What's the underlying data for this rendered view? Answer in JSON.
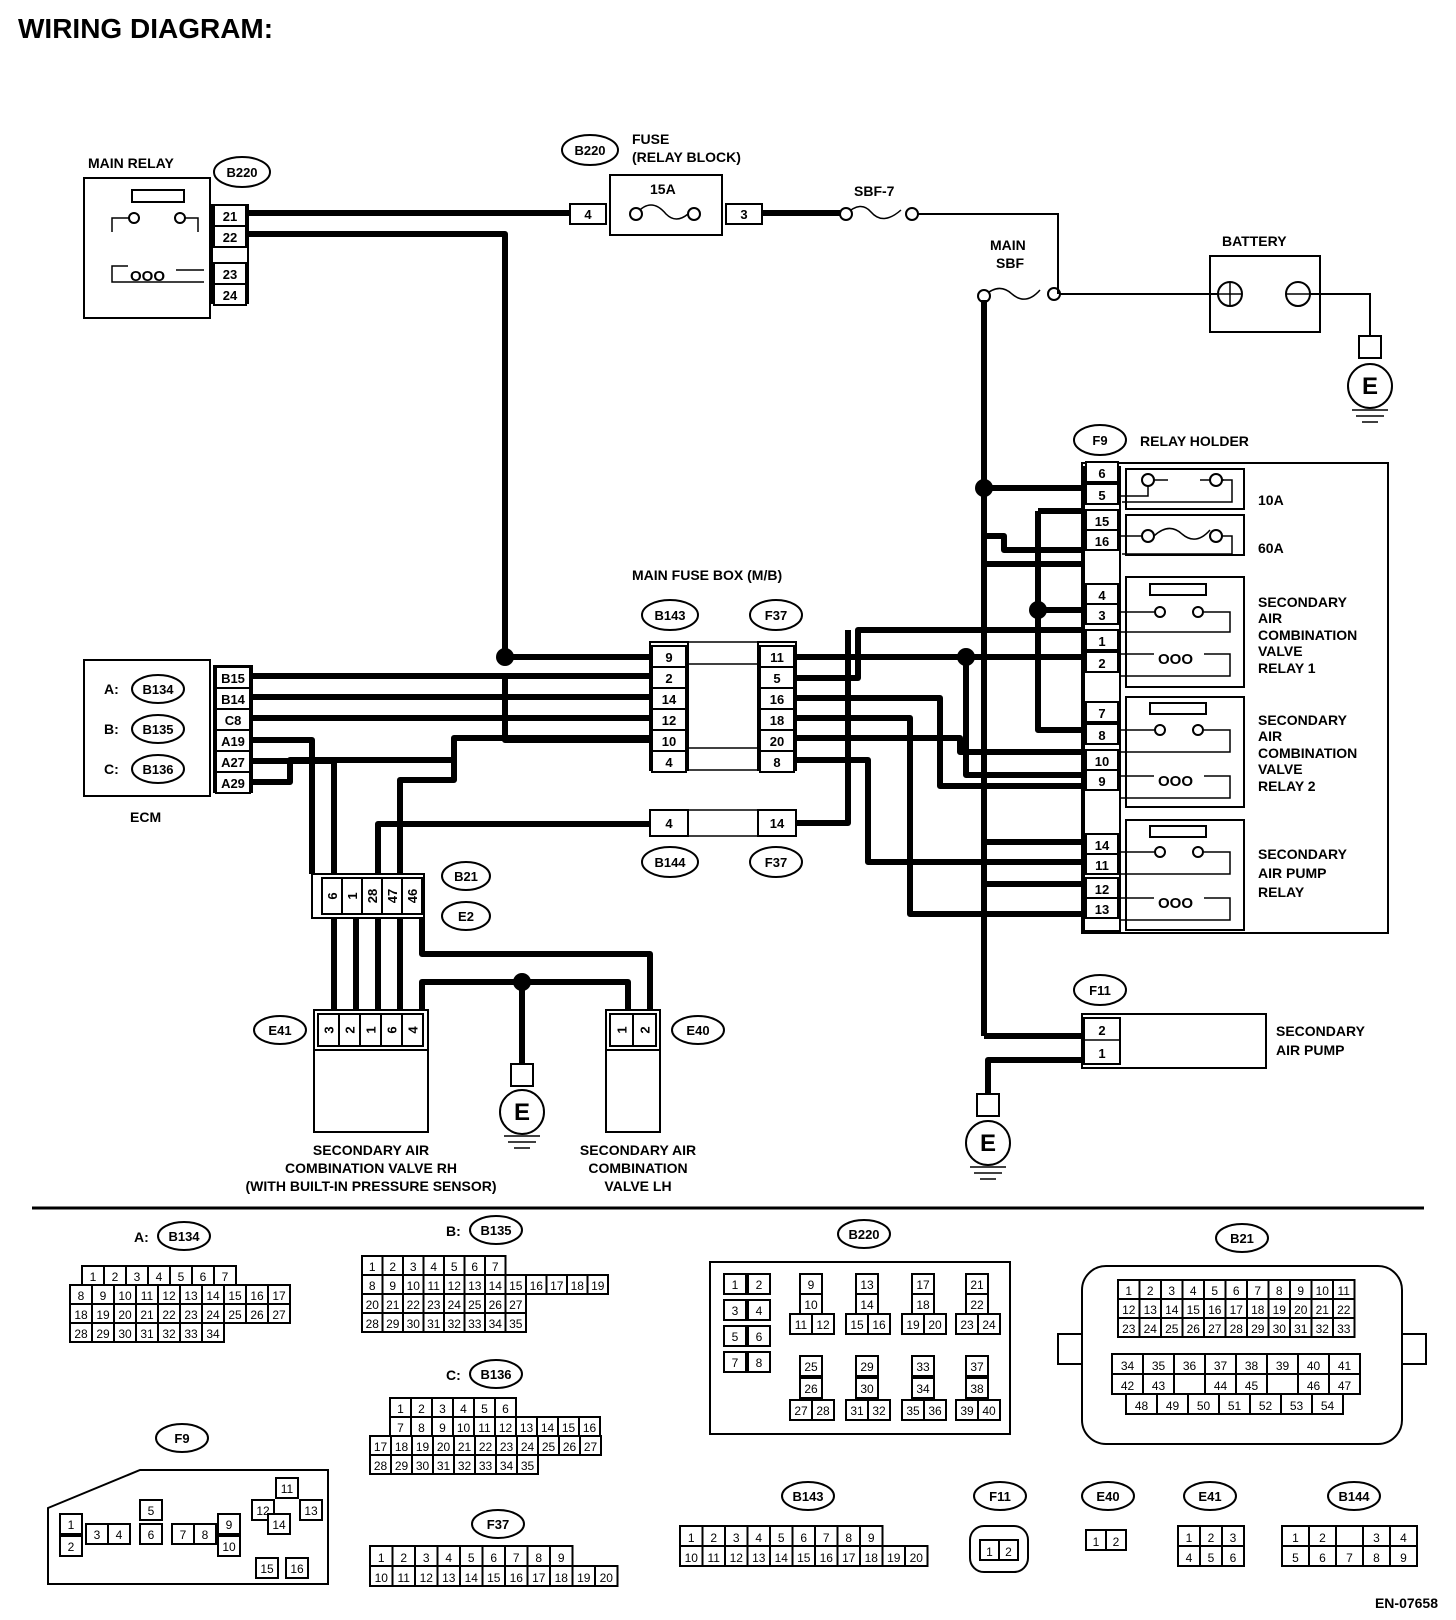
{
  "title": "WIRING DIAGRAM:",
  "doc_code": "EN-07658",
  "components": {
    "main_relay": "MAIN RELAY",
    "fuse_title_1": "FUSE",
    "fuse_title_2": "(RELAY BLOCK)",
    "fuse_rating": "15A",
    "sbf7": "SBF-7",
    "main_sbf_1": "MAIN",
    "main_sbf_2": "SBF",
    "battery": "BATTERY",
    "relay_holder": "RELAY HOLDER",
    "fuse_10a": "10A",
    "fuse_60a": "60A",
    "relay1": [
      "SECONDARY",
      "AIR",
      "COMBINATION",
      "VALVE",
      "RELAY 1"
    ],
    "relay2": [
      "SECONDARY",
      "AIR",
      "COMBINATION",
      "VALVE",
      "RELAY 2"
    ],
    "pump_relay": [
      "SECONDARY",
      "AIR PUMP",
      "RELAY"
    ],
    "main_fuse_box": "MAIN FUSE BOX (M/B)",
    "ecm": "ECM",
    "valve_rh": [
      "SECONDARY AIR",
      "COMBINATION VALVE RH",
      "(WITH BUILT-IN PRESSURE SENSOR)"
    ],
    "valve_lh": [
      "SECONDARY AIR",
      "COMBINATION",
      "VALVE LH"
    ],
    "air_pump": [
      "SECONDARY",
      "AIR PUMP"
    ],
    "ground": "E"
  },
  "connector_tags": {
    "b220": "B220",
    "b134": "B134",
    "b135": "B135",
    "b136": "B136",
    "b143": "B143",
    "f37": "F37",
    "b144": "B144",
    "b21": "B21",
    "e2": "E2",
    "e41": "E41",
    "e40": "E40",
    "f9": "F9",
    "f11": "F11"
  },
  "ecm_prefix": {
    "a": "A:",
    "b": "B:",
    "c": "C:"
  },
  "pins": {
    "main_relay": [
      "21",
      "22",
      "23",
      "24"
    ],
    "fuse_left": "4",
    "fuse_right": "3",
    "ecm": [
      "B15",
      "B14",
      "C8",
      "A19",
      "A27",
      "A29"
    ],
    "b143": [
      "9",
      "2",
      "14",
      "12",
      "10",
      "4"
    ],
    "f37": [
      "11",
      "5",
      "16",
      "18",
      "20",
      "8"
    ],
    "b144": "4",
    "f37b": "14",
    "b21_e2": [
      "6",
      "1",
      "28",
      "47",
      "46"
    ],
    "e41": [
      "3",
      "2",
      "1",
      "6",
      "4"
    ],
    "e40": [
      "1",
      "2"
    ],
    "relay_holder": [
      "6",
      "5",
      "15",
      "16",
      "4",
      "3",
      "1",
      "2",
      "7",
      "8",
      "10",
      "9",
      "14",
      "11",
      "12",
      "13"
    ],
    "f11": [
      "2",
      "1"
    ]
  },
  "face_views": {
    "b134": {
      "prefix": "A:",
      "rows": [
        [
          "1",
          "2",
          "3",
          "4",
          "5",
          "6",
          "7"
        ],
        [
          "8",
          "9",
          "10",
          "11",
          "12",
          "13",
          "14",
          "15",
          "16",
          "17"
        ],
        [
          "18",
          "19",
          "20",
          "21",
          "22",
          "23",
          "24",
          "25",
          "26",
          "27"
        ],
        [
          "28",
          "29",
          "30",
          "31",
          "32",
          "33",
          "34"
        ]
      ]
    },
    "b135": {
      "prefix": "B:",
      "rows": [
        [
          "1",
          "2",
          "3",
          "4",
          "5",
          "6",
          "7"
        ],
        [
          "8",
          "9",
          "10",
          "11",
          "12",
          "13",
          "14",
          "15",
          "16",
          "17",
          "18",
          "19"
        ],
        [
          "20",
          "21",
          "22",
          "23",
          "24",
          "25",
          "26",
          "27"
        ],
        [
          "28",
          "29",
          "30",
          "31",
          "32",
          "33",
          "34",
          "35"
        ]
      ]
    },
    "b136": {
      "prefix": "C:",
      "rows": [
        [
          "1",
          "2",
          "3",
          "4",
          "5",
          "6"
        ],
        [
          "7",
          "8",
          "9",
          "10",
          "11",
          "12",
          "13",
          "14",
          "15",
          "16"
        ],
        [
          "17",
          "18",
          "19",
          "20",
          "21",
          "22",
          "23",
          "24",
          "25",
          "26",
          "27"
        ],
        [
          "28",
          "29",
          "30",
          "31",
          "32",
          "33",
          "34",
          "35"
        ]
      ]
    },
    "b220": {
      "cells": [
        "1",
        "2",
        "3",
        "4",
        "5",
        "6",
        "7",
        "8",
        "9",
        "10",
        "11",
        "12",
        "13",
        "14",
        "15",
        "16",
        "17",
        "18",
        "19",
        "20",
        "21",
        "22",
        "23",
        "24",
        "25",
        "26",
        "27",
        "28",
        "29",
        "30",
        "31",
        "32",
        "33",
        "34",
        "35",
        "36",
        "37",
        "38",
        "39",
        "40"
      ]
    },
    "b21": {
      "rows": [
        [
          "1",
          "2",
          "3",
          "4",
          "5",
          "6",
          "7",
          "8",
          "9",
          "10",
          "11"
        ],
        [
          "12",
          "13",
          "14",
          "15",
          "16",
          "17",
          "18",
          "19",
          "20",
          "21",
          "22"
        ],
        [
          "23",
          "24",
          "25",
          "26",
          "27",
          "28",
          "29",
          "30",
          "31",
          "32",
          "33"
        ],
        [
          "34",
          "35",
          "36",
          "37",
          "38",
          "39",
          "40",
          "41"
        ],
        [
          "42",
          "43",
          "44",
          "45",
          "46",
          "47"
        ],
        [
          "48",
          "49",
          "50",
          "51",
          "52",
          "53",
          "54"
        ]
      ]
    },
    "f9": {
      "cells": [
        "1",
        "2",
        "3",
        "4",
        "5",
        "6",
        "7",
        "8",
        "9",
        "10",
        "11",
        "12",
        "13",
        "14",
        "15",
        "16"
      ]
    },
    "f37": {
      "rows": [
        [
          "1",
          "2",
          "3",
          "4",
          "5",
          "6",
          "7",
          "8",
          "9"
        ],
        [
          "10",
          "11",
          "12",
          "13",
          "14",
          "15",
          "16",
          "17",
          "18",
          "19",
          "20"
        ]
      ]
    },
    "b143": {
      "rows": [
        [
          "1",
          "2",
          "3",
          "4",
          "5",
          "6",
          "7",
          "8",
          "9"
        ],
        [
          "10",
          "11",
          "12",
          "13",
          "14",
          "15",
          "16",
          "17",
          "18",
          "19",
          "20"
        ]
      ]
    },
    "f11": {
      "cells": [
        "1",
        "2"
      ]
    },
    "e40": {
      "cells": [
        "1",
        "2"
      ]
    },
    "e41": {
      "cells": [
        "1",
        "2",
        "3",
        "4",
        "5",
        "6"
      ]
    },
    "b144": {
      "cells": [
        "1",
        "2",
        "3",
        "4",
        "5",
        "6",
        "7",
        "8",
        "9"
      ]
    }
  }
}
